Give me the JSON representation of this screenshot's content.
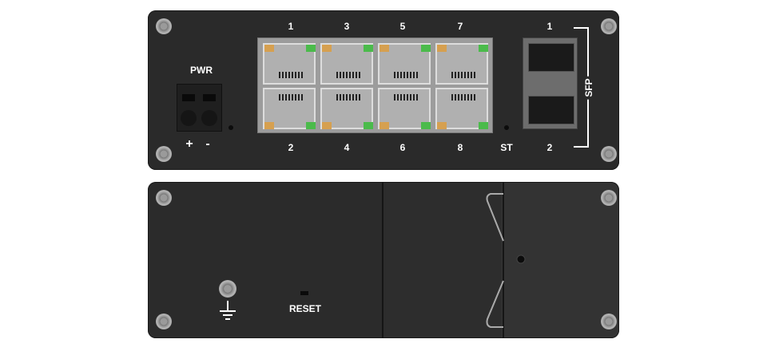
{
  "front": {
    "pwr_label": "PWR",
    "plus": "+",
    "minus": "-",
    "ports_top": [
      "1",
      "3",
      "5",
      "7"
    ],
    "ports_bottom": [
      "2",
      "4",
      "6",
      "8"
    ],
    "status_label": "ST",
    "sfp_label": "SFP",
    "sfp_top": "1",
    "sfp_bottom": "2"
  },
  "back": {
    "reset_label": "RESET"
  },
  "colors": {
    "body": "#2a2a2a",
    "led_amber": "#d6a050",
    "led_green": "#4bbb4b"
  }
}
